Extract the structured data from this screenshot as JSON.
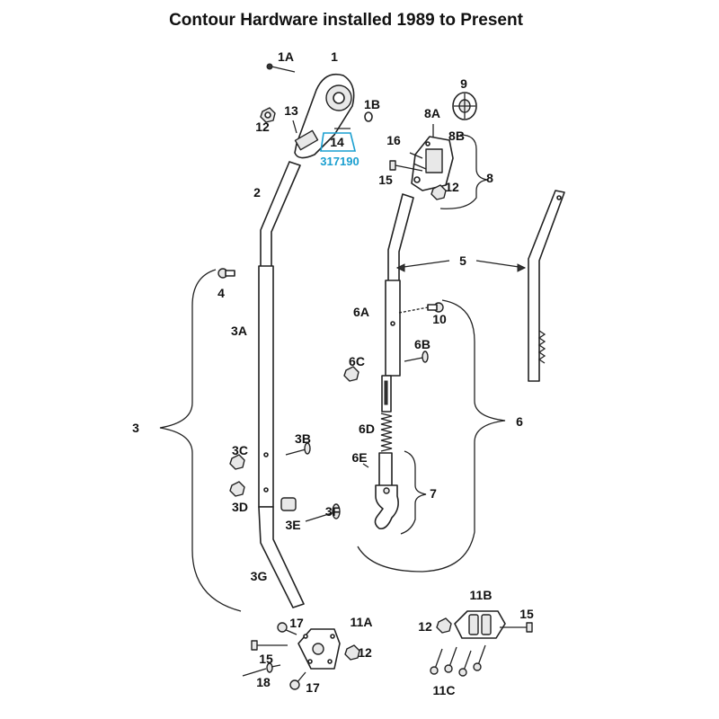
{
  "title": "Contour Hardware installed 1989 to Present",
  "highlight_color": "#1a9fd0",
  "labels": {
    "p1": "1",
    "p1A": "1A",
    "p1B": "1B",
    "p2": "2",
    "p3": "3",
    "p3A": "3A",
    "p3B": "3B",
    "p3C": "3C",
    "p3D": "3D",
    "p3E": "3E",
    "p3F": "3F",
    "p3G": "3G",
    "p4": "4",
    "p5": "5",
    "p6": "6",
    "p6A": "6A",
    "p6B": "6B",
    "p6C": "6C",
    "p6D": "6D",
    "p6E": "6E",
    "p7": "7",
    "p8": "8",
    "p8A": "8A",
    "p8B": "8B",
    "p9": "9",
    "p10": "10",
    "p11A": "11A",
    "p11B": "11B",
    "p11C": "11C",
    "p12a": "12",
    "p12b": "12",
    "p12c": "12",
    "p12d": "12",
    "p13": "13",
    "p14": "14",
    "p15a": "15",
    "p15b": "15",
    "p15c": "15",
    "p16": "16",
    "p17a": "17",
    "p17b": "17",
    "p18": "18"
  },
  "part_number_14": "317190"
}
